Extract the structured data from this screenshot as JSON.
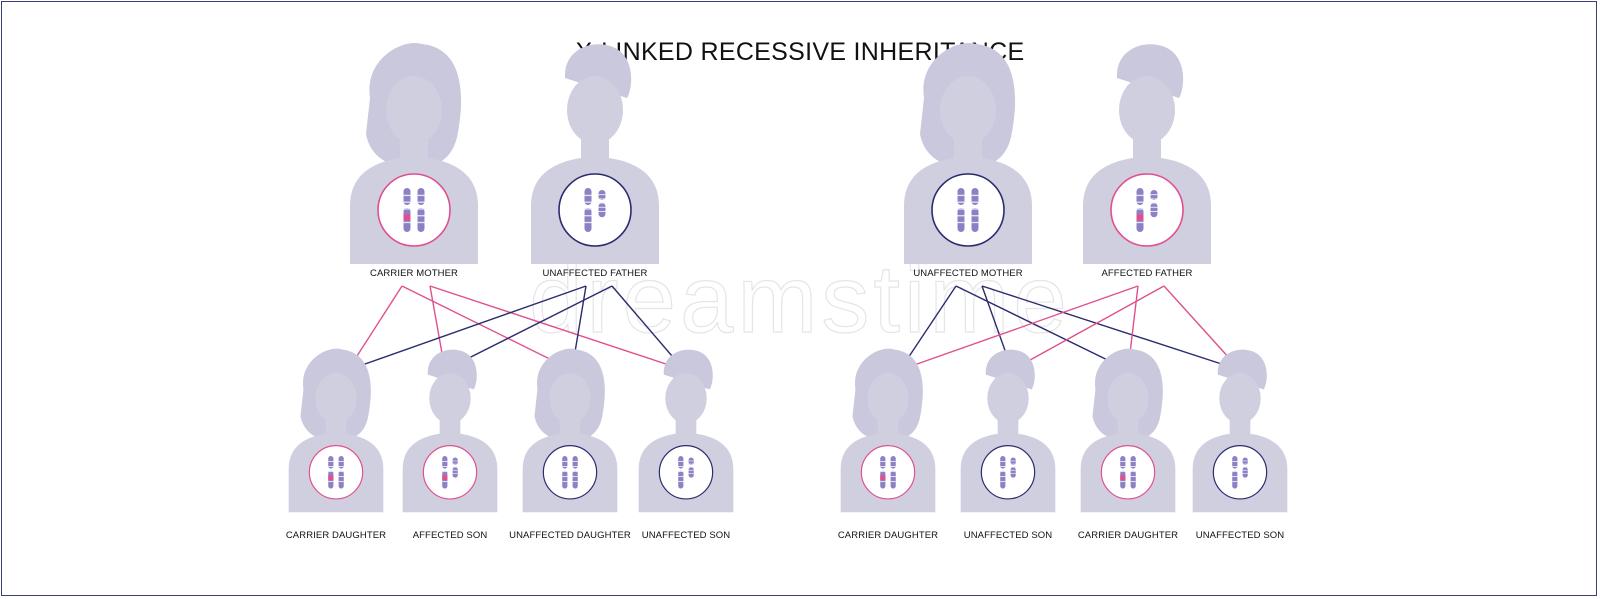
{
  "title": "X-LINKED RECESSIVE INHERITANCE",
  "watermark": "dreamstime",
  "colors": {
    "silhouette": "#cfcfe0",
    "carrier_ring": "#e0508e",
    "normal_ring": "#2a2c6e",
    "chromosome": "#8d80c4",
    "affected_band": "#e0508e",
    "mother_line": "#e0508e",
    "father_line": "#2a2c6e"
  },
  "families": [
    {
      "parents": [
        {
          "label": "CARRIER MOTHER",
          "sex": "female",
          "status": "carrier"
        },
        {
          "label": "UNAFFECTED FATHER",
          "sex": "male",
          "status": "normal"
        }
      ],
      "children": [
        {
          "label": "CARRIER DAUGHTER",
          "sex": "female",
          "status": "carrier"
        },
        {
          "label": "AFFECTED SON",
          "sex": "male",
          "status": "affected"
        },
        {
          "label": "UNAFFECTED DAUGHTER",
          "sex": "female",
          "status": "normal"
        },
        {
          "label": "UNAFFECTED SON",
          "sex": "male",
          "status": "normal"
        }
      ]
    },
    {
      "parents": [
        {
          "label": "UNAFFECTED MOTHER",
          "sex": "female",
          "status": "normal"
        },
        {
          "label": "AFFECTED FATHER",
          "sex": "male",
          "status": "affected"
        }
      ],
      "children": [
        {
          "label": "CARRIER DAUGHTER",
          "sex": "female",
          "status": "carrier"
        },
        {
          "label": "UNAFFECTED SON",
          "sex": "male",
          "status": "normal"
        },
        {
          "label": "CARRIER DAUGHTER",
          "sex": "female",
          "status": "carrier"
        },
        {
          "label": "UNAFFECTED SON",
          "sex": "male",
          "status": "normal"
        }
      ]
    }
  ]
}
